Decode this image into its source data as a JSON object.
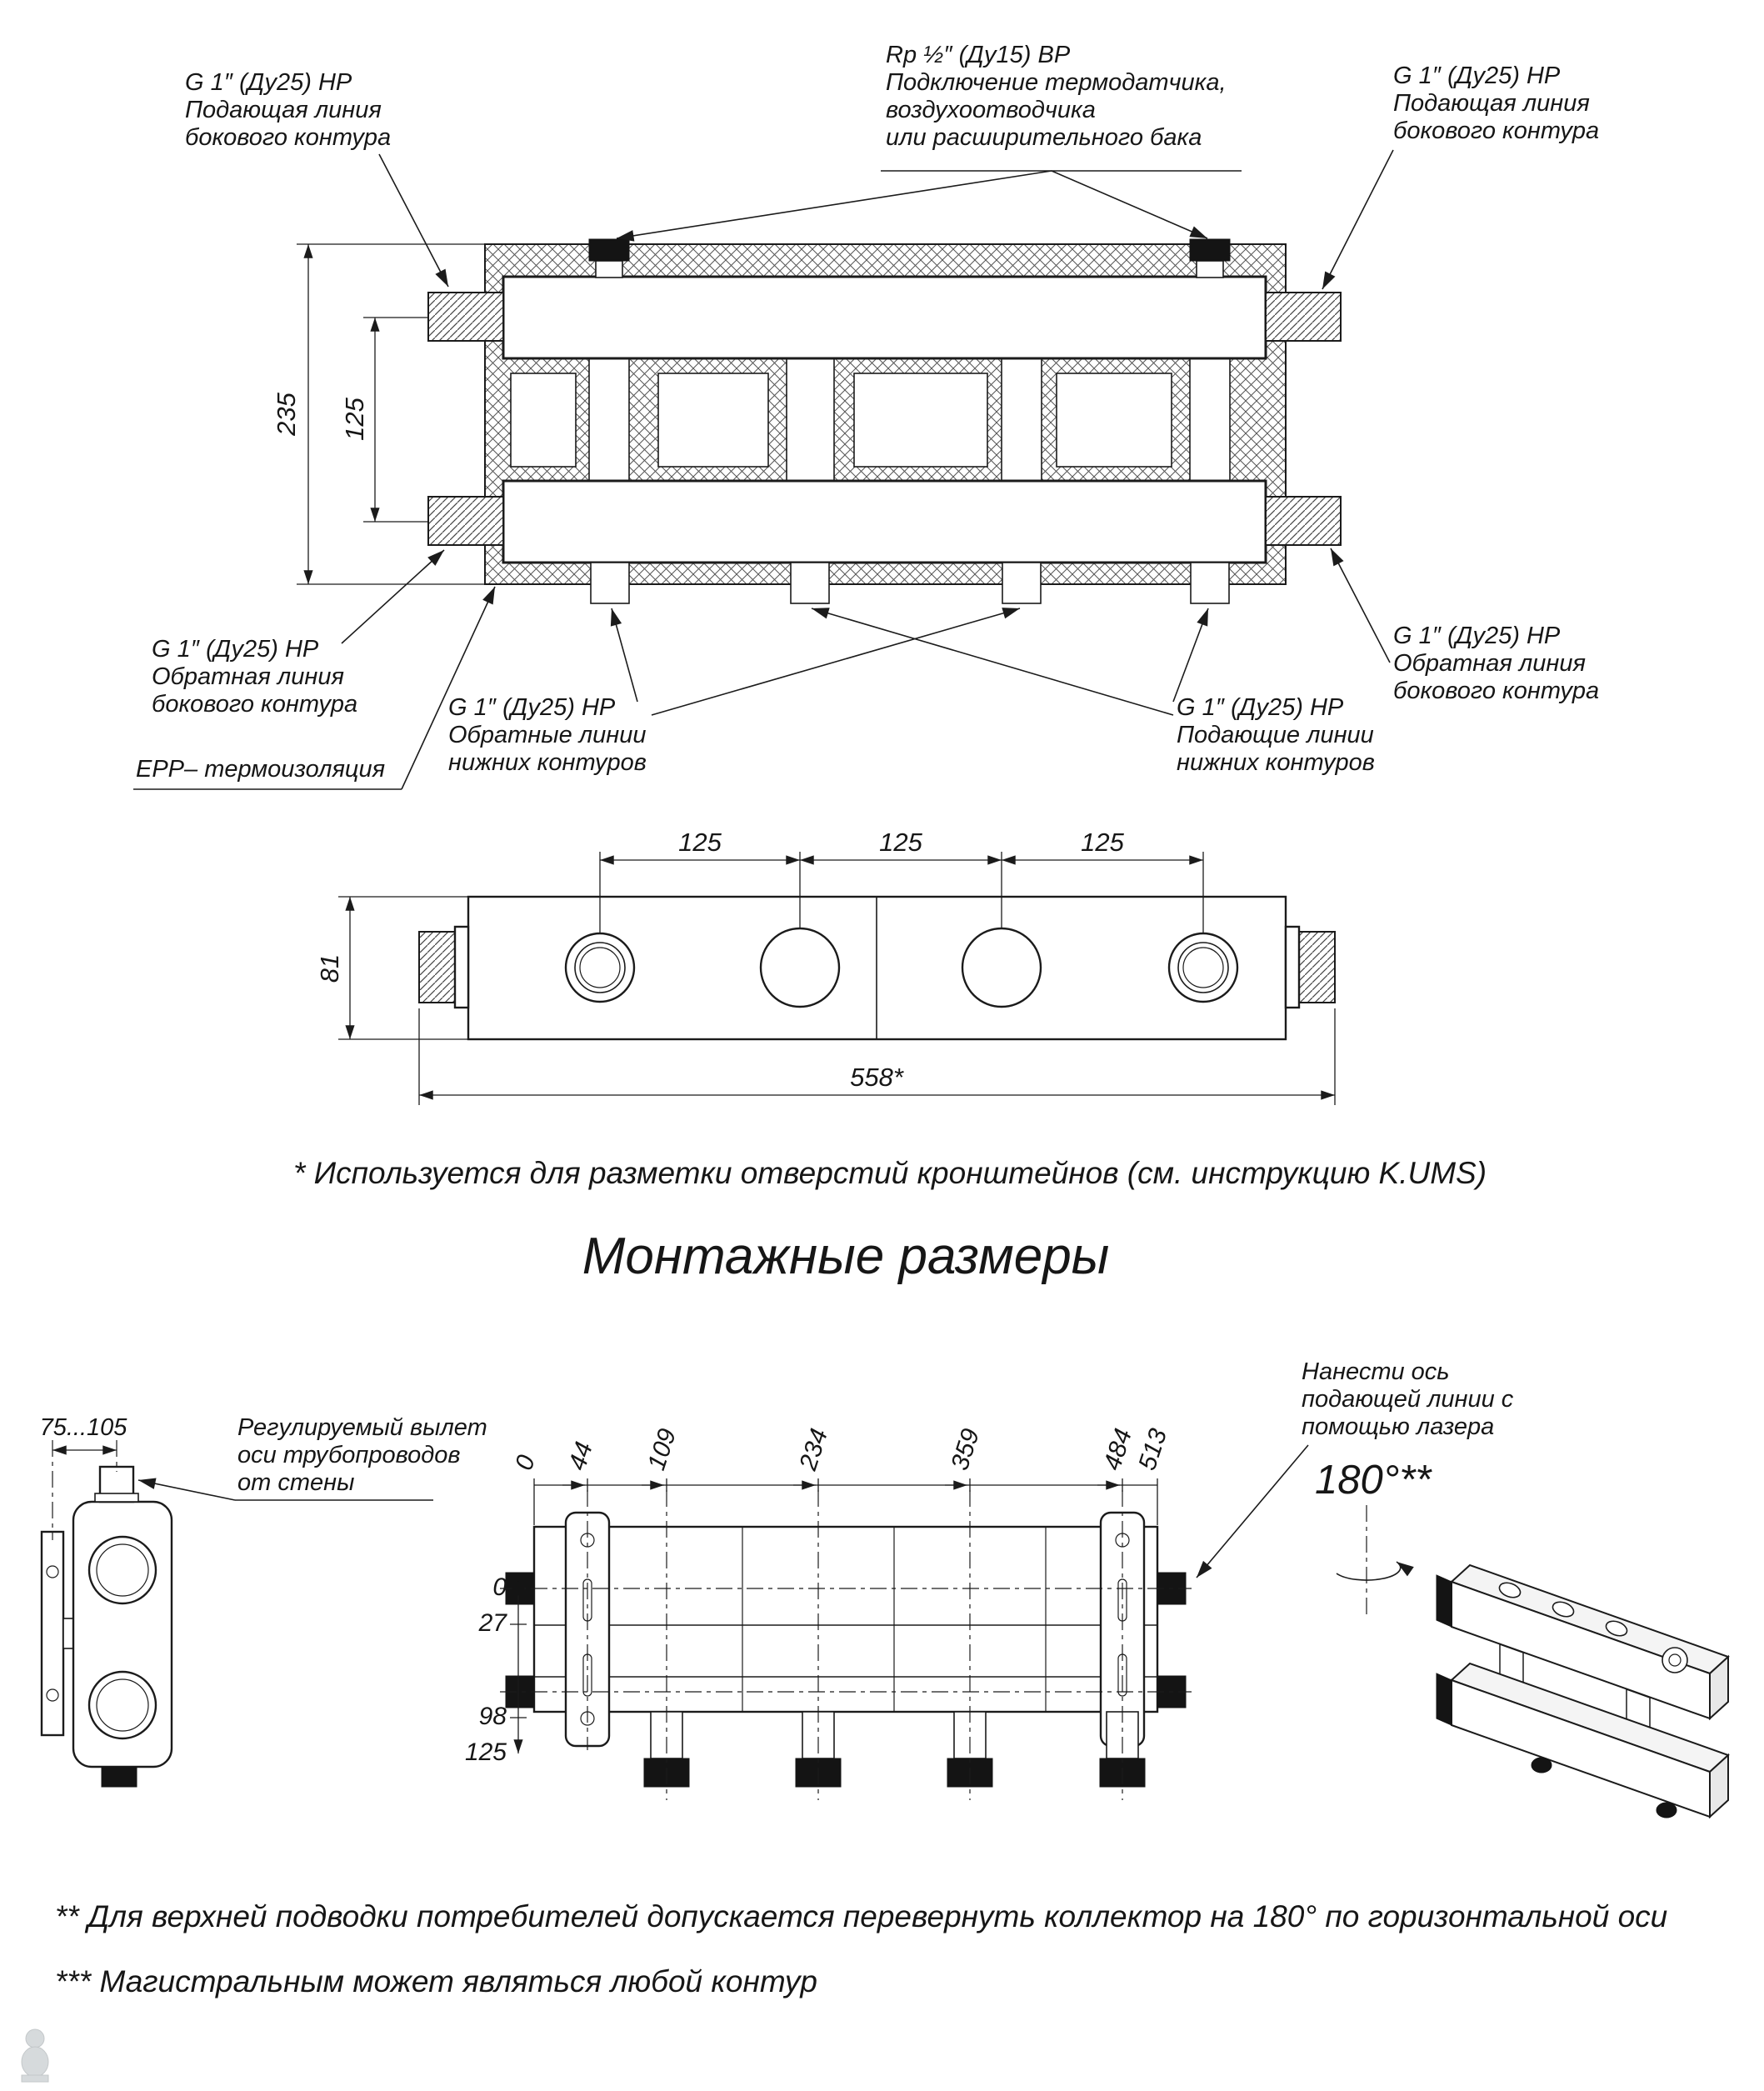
{
  "callouts": {
    "top_left": {
      "l1": "G 1″ (Ду25) НР",
      "l2": "Подающая линия",
      "l3": "бокового контура"
    },
    "top_center": {
      "l1": "Rp ½″ (Ду15) ВР",
      "l2": "Подключение термодатчика,",
      "l3": "воздухоотводчика",
      "l4": "или расширительного бака"
    },
    "top_right": {
      "l1": "G 1″ (Ду25) НР",
      "l2": "Подающая линия",
      "l3": "бокового контура"
    },
    "bottom_left": {
      "l1": "G 1″ (Ду25) НР",
      "l2": "Обратная линия",
      "l3": "бокового контура"
    },
    "insulation": {
      "l1": "EPP– термоизоляция"
    },
    "bottom_mid_left": {
      "l1": "G 1″ (Ду25) НР",
      "l2": "Обратные линии",
      "l3": "нижних контуров"
    },
    "bottom_mid_right": {
      "l1": "G 1″ (Ду25) НР",
      "l2": "Подающие линии",
      "l3": "нижних контуров"
    },
    "bottom_right": {
      "l1": "G 1″ (Ду25) НР",
      "l2": "Обратная линия",
      "l3": "бокового контура"
    }
  },
  "dims": {
    "overall_height": "235",
    "axis_spacing": "125",
    "pitch": [
      "125",
      "125",
      "125"
    ],
    "body_height": "81",
    "overall_length": "558*"
  },
  "mounting": {
    "wall_offset": "75...105",
    "adjustable_label": {
      "l1": "Регулируемый вылет",
      "l2": "оси трубопроводов",
      "l3": "от стены"
    },
    "laser_label": {
      "l1": "Нанести ось",
      "l2": "подающей линии с",
      "l3": "помощью лазера"
    },
    "rotation": "180°**",
    "x_marks": [
      "0",
      "44",
      "109",
      "234",
      "359",
      "484",
      "513"
    ],
    "y_marks": [
      "0",
      "27",
      "98",
      "125"
    ]
  },
  "texts": {
    "title": "Монтажные размеры",
    "note_star": "* Используется для разметки отверстий кронштейнов (см. инструкцию K.UMS)",
    "note_2star": "** Для верхней подводки потребителей допускается перевернуть коллектор на 180° по горизонтальной оси",
    "note_3star": "*** Магистральным может являться любой контур"
  },
  "colors": {
    "line": "#1b1b1b",
    "background": "#ffffff"
  }
}
